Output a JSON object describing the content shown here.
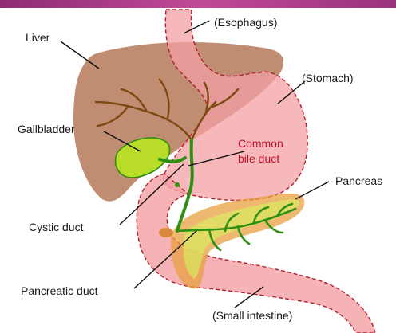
{
  "labels": {
    "esophagus": "(Esophagus)",
    "liver": "Liver",
    "stomach": "(Stomach)",
    "gallbladder": "Gallbladder",
    "common_bile_duct_line1": "Common",
    "common_bile_duct_line2": "bile duct",
    "pancreas": "Pancreas",
    "cystic_duct": "Cystic duct",
    "pancreatic_duct": "Pancreatic duct",
    "small_intestine": "(Small intestine)"
  },
  "colors": {
    "banner": "#b23a8a",
    "liver": "#b5795a",
    "liver_duct": "#7a4a10",
    "gut": "#f4a0a4",
    "gut_outline": "#b22030",
    "pancreas": "#e8a040",
    "gallbladder_fill": "#b8dc28",
    "duct_green": "#2f8f12",
    "label_text": "#1a1a1a",
    "accent_text": "#c8102e"
  }
}
